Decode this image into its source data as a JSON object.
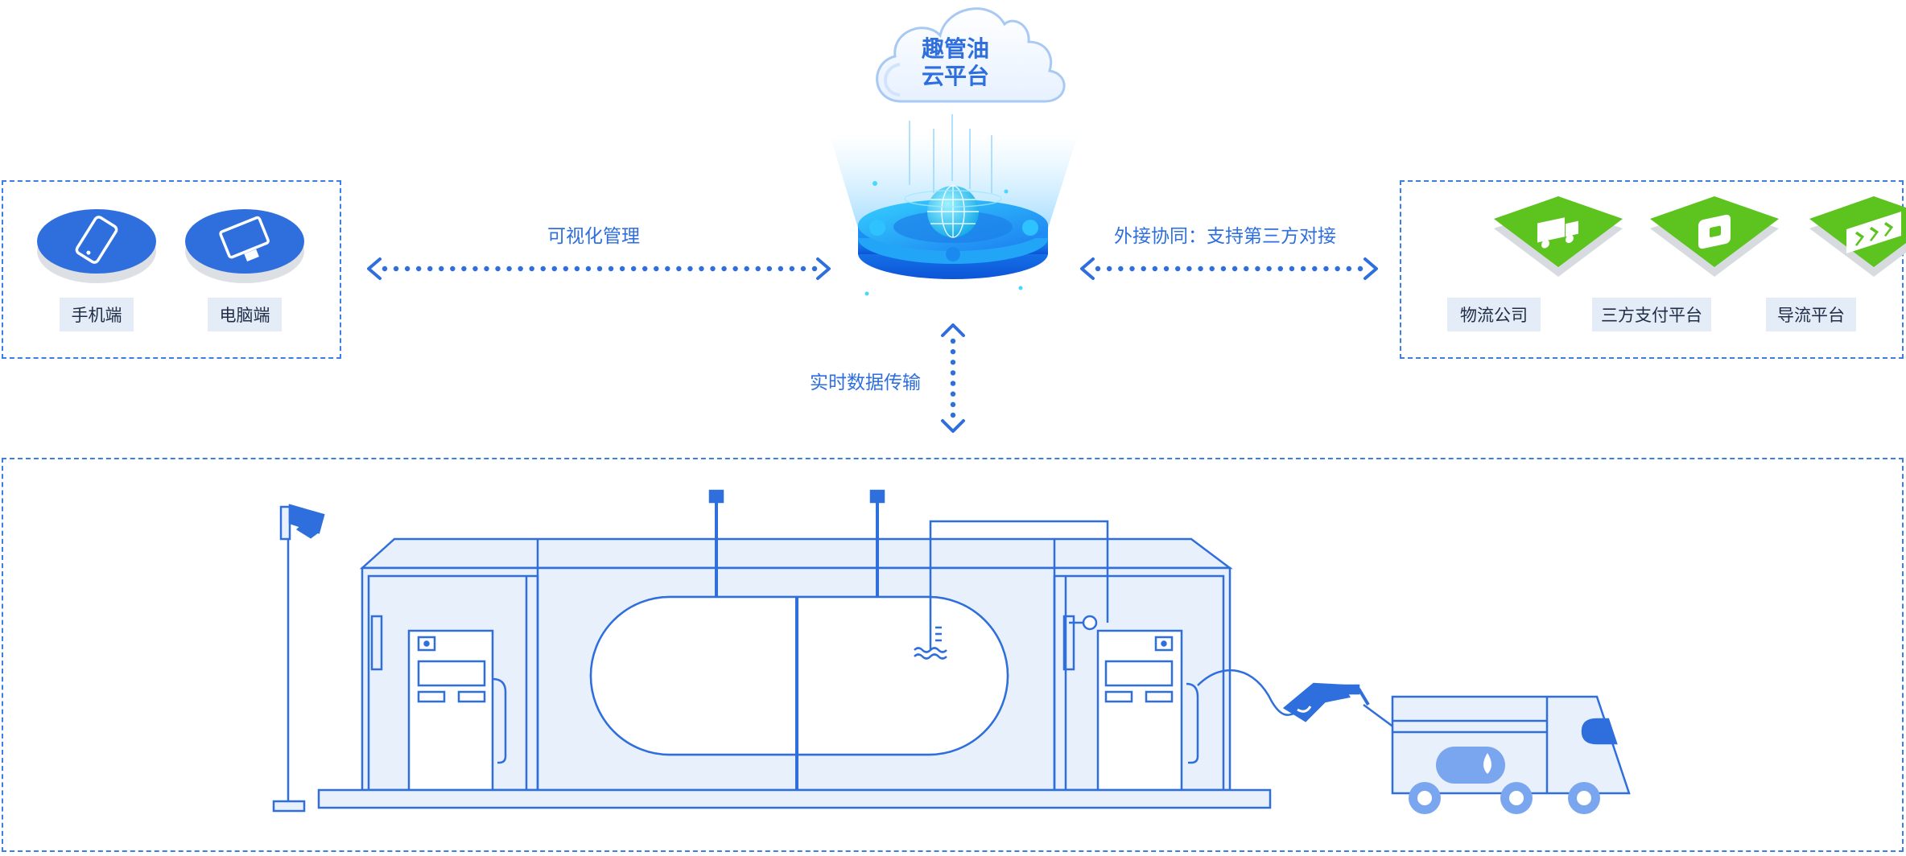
{
  "cloud": {
    "line1": "趣管油",
    "line2": "云平台"
  },
  "links": {
    "left": "可视化管理",
    "right": "外接协同：支持第三方对接",
    "down": "实时数据传输"
  },
  "left_panel": {
    "items": [
      {
        "label": "手机端",
        "icon": "mobile-phone-icon"
      },
      {
        "label": "电脑端",
        "icon": "computer-icon"
      }
    ]
  },
  "right_panel": {
    "items": [
      {
        "label": "物流公司",
        "icon": "truck-icon"
      },
      {
        "label": "三方支付平台",
        "icon": "wallet-icon"
      },
      {
        "label": "导流平台",
        "icon": "chevrons-icon"
      }
    ]
  },
  "colors": {
    "primary": "#2f6fdd",
    "dash": "#3a7ee6",
    "green": "#5cc31f",
    "light_fill": "#e8f0fb",
    "tag_bg": "#e4ecf7"
  }
}
